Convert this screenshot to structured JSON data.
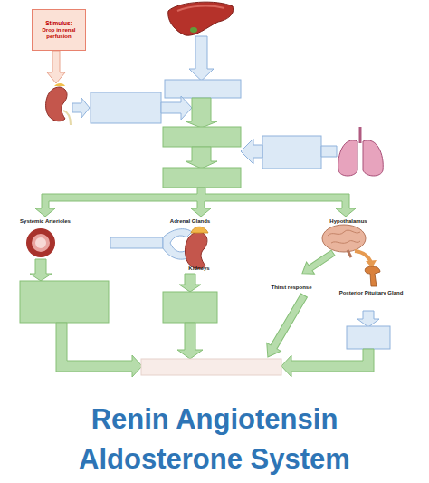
{
  "diagram": {
    "title": "Renin Angiotensin Aldosterone System",
    "nodes": [
      {
        "text": [
          "Stimulus:",
          "Drop in renal perfusion"
        ]
      }
    ],
    "labels": [
      "Systemic Arterioles",
      "Adrenal Glands",
      "Kidneys",
      "Hypothalamus",
      "Thirst response",
      "Posterior Pituitary Gland"
    ]
  }
}
